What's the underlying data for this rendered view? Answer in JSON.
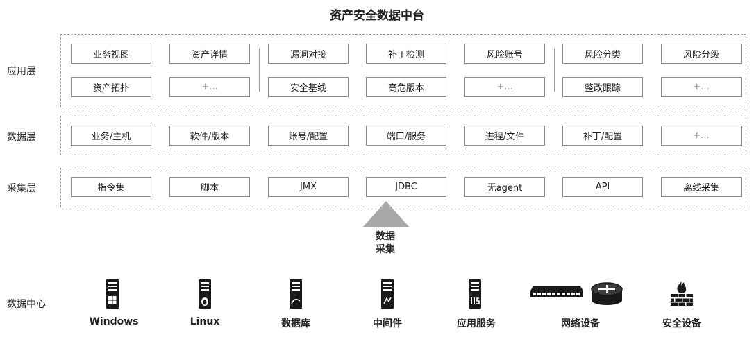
{
  "title": "资产安全数据中台",
  "layers": {
    "app": {
      "label": "应用层",
      "row1": [
        "业务视图",
        "资产详情",
        "漏洞对接",
        "补丁检测",
        "风险账号",
        "风险分类",
        "风险分级"
      ],
      "row2": [
        "资产拓扑",
        "+...",
        "安全基线",
        "高危版本",
        "+...",
        "整改跟踪",
        "+..."
      ]
    },
    "data": {
      "label": "数据层",
      "items": [
        "业务/主机",
        "软件/版本",
        "账号/配置",
        "端口/服务",
        "进程/文件",
        "补丁/配置",
        "+..."
      ]
    },
    "collect": {
      "label": "采集层",
      "items": [
        "指令集",
        "脚本",
        "JMX",
        "JDBC",
        "无agent",
        "API",
        "离线采集"
      ]
    }
  },
  "arrow_label": [
    "数据",
    "采集"
  ],
  "datacenter": {
    "label": "数据中心",
    "sources": [
      {
        "label": "Windows",
        "icon": "windows-server-icon"
      },
      {
        "label": "Linux",
        "icon": "linux-server-icon"
      },
      {
        "label": "数据库",
        "icon": "database-server-icon"
      },
      {
        "label": "中间件",
        "icon": "middleware-server-icon"
      },
      {
        "label": "应用服务",
        "icon": "iis-server-icon"
      },
      {
        "label": "网络设备",
        "icon": "switch-router-icon"
      },
      {
        "label": "安全设备",
        "icon": "firewall-icon"
      }
    ]
  }
}
